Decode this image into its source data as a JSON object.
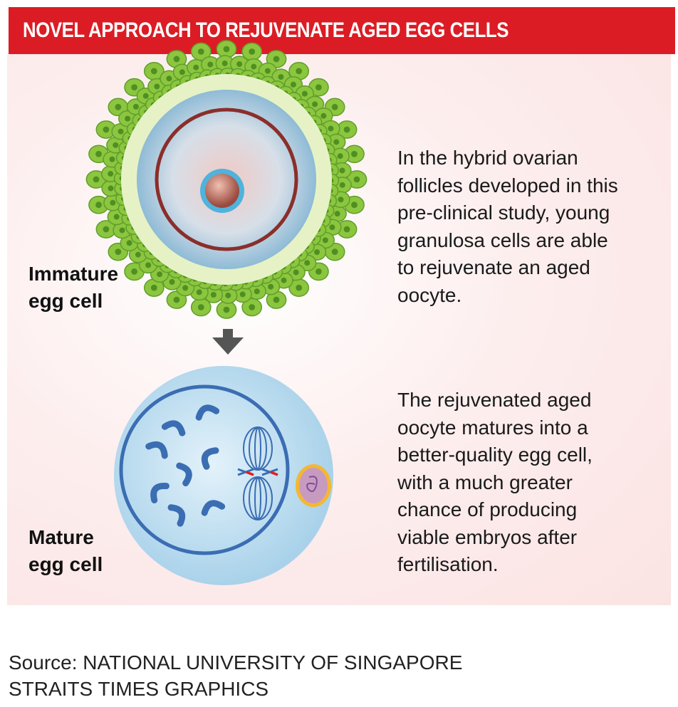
{
  "header": {
    "title": "NOVEL APPROACH TO REJUVENATE AGED EGG CELLS"
  },
  "immature": {
    "label_line1": "Immature",
    "label_line2": "egg cell",
    "description": [
      "In the hybrid ovarian",
      "follicles developed in this",
      "pre-clinical study, young",
      "granulosa cells are able",
      "to rejuvenate an aged",
      "oocyte."
    ]
  },
  "mature": {
    "label_line1": "Mature",
    "label_line2": "egg cell",
    "description": [
      "The rejuvenated aged",
      "oocyte matures into a",
      "better-quality egg cell,",
      "with a much greater",
      "chance of producing",
      "viable embryos after",
      "fertilisation."
    ]
  },
  "footer": {
    "source": "Source: NATIONAL UNIVERSITY OF SINGAPORE",
    "credit": "STRAITS TIMES GRAPHICS"
  },
  "colors": {
    "header": "#dc1c24",
    "granulosa": "#8cc63f",
    "cell_blue": "#b8dcef",
    "ring_blue": "#3b6db3",
    "ring_brown": "#8b2e2a"
  }
}
